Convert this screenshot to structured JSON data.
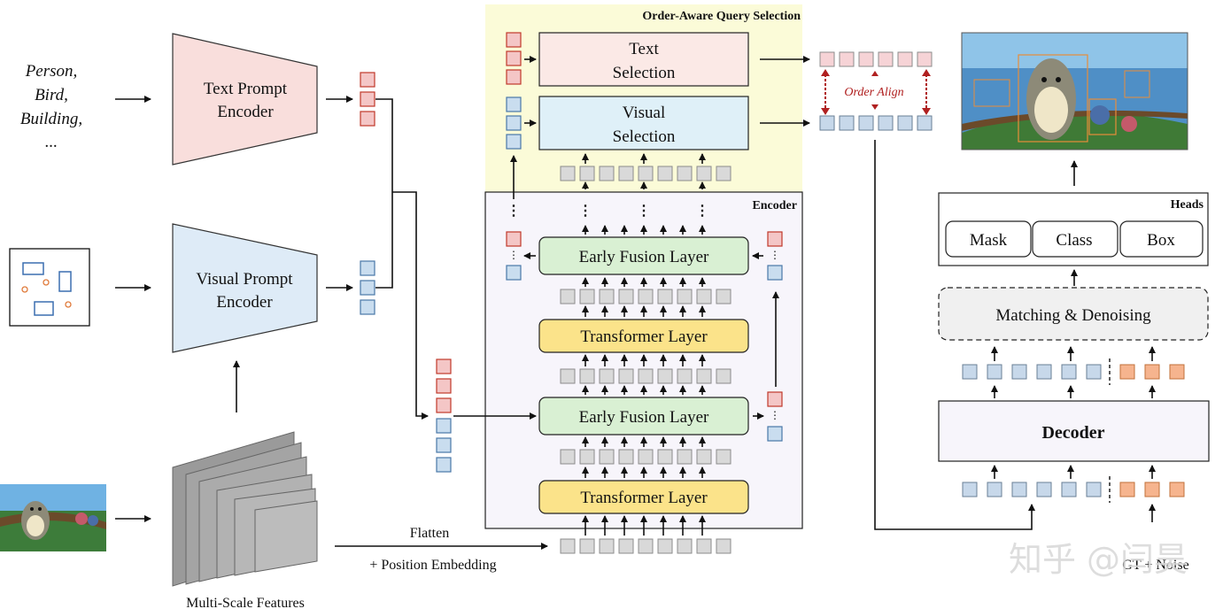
{
  "text_prompt_lines": [
    "Person,",
    "Bird,",
    "Building,",
    "..."
  ],
  "text_prompt_encoder": [
    "Text Prompt",
    "Encoder"
  ],
  "visual_prompt_encoder": [
    "Visual Prompt",
    "Encoder"
  ],
  "multi_scale_features": "Multi-Scale Features",
  "flatten": "Flatten",
  "position_embedding": "+ Position Embedding",
  "order_aware_title": "Order-Aware Query Selection",
  "text_selection": [
    "Text",
    "Selection"
  ],
  "visual_selection": [
    "Visual",
    "Selection"
  ],
  "encoder_title": "Encoder",
  "early_fusion_layer": "Early Fusion Layer",
  "transformer_layer": "Transformer Layer",
  "order_align": "Order Align",
  "heads_title": "Heads",
  "heads": [
    "Mask",
    "Class",
    "Box"
  ],
  "matching_denoising": "Matching & Denoising",
  "decoder": "Decoder",
  "gt_noise": "GT + Noise",
  "watermark": "知乎 @闫昊",
  "colors": {
    "text_encoder": "#f9dedc",
    "visual_encoder": "#deebf7",
    "selection_bg": "#fbfbd8",
    "encoder_bg": "#f7f5fb",
    "fusion": "#d9f0d3",
    "transformer": "#fbe38a"
  },
  "icons": [
    "totoro-image",
    "box-prompt-image",
    "feature-stack-icon",
    "result-image"
  ]
}
